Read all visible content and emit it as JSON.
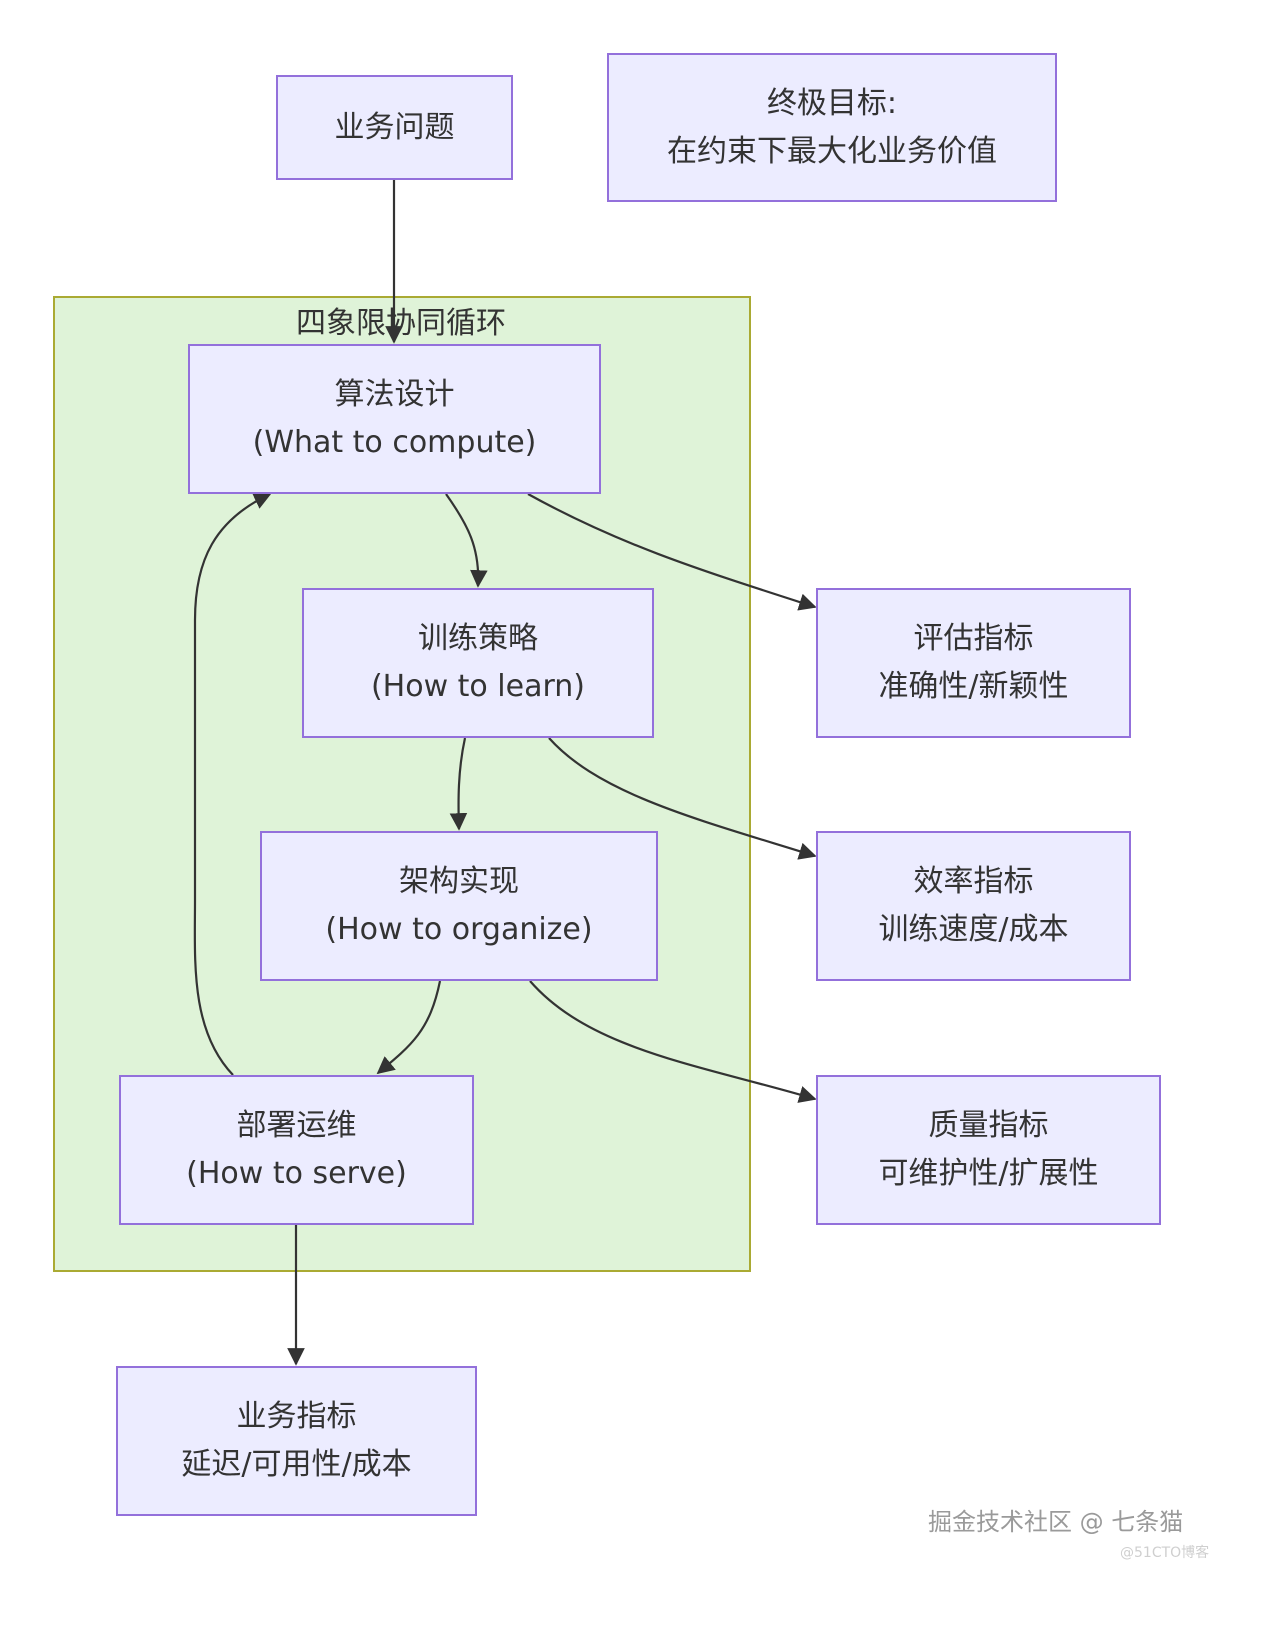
{
  "subgraph": {
    "title": "四象限协同循环"
  },
  "nodes": {
    "business_problem": {
      "line1": "业务问题"
    },
    "ultimate_goal": {
      "line1": "终极目标:",
      "line2": "在约束下最大化业务价值"
    },
    "algo_design": {
      "line1": "算法设计",
      "line2": "(What to compute)"
    },
    "train_strategy": {
      "line1": "训练策略",
      "line2": "(How to learn)"
    },
    "arch_impl": {
      "line1": "架构实现",
      "line2": "(How to organize)"
    },
    "deploy_ops": {
      "line1": "部署运维",
      "line2": "(How to serve)"
    },
    "eval_metric": {
      "line1": "评估指标",
      "line2": "准确性/新颖性"
    },
    "efficiency_metric": {
      "line1": "效率指标",
      "line2": "训练速度/成本"
    },
    "quality_metric": {
      "line1": "质量指标",
      "line2": "可维护性/扩展性"
    },
    "business_metric": {
      "line1": "业务指标",
      "line2": "延迟/可用性/成本"
    }
  },
  "edges": [
    {
      "from": "business_problem",
      "to": "algo_design"
    },
    {
      "from": "algo_design",
      "to": "train_strategy"
    },
    {
      "from": "algo_design",
      "to": "eval_metric"
    },
    {
      "from": "train_strategy",
      "to": "arch_impl"
    },
    {
      "from": "train_strategy",
      "to": "efficiency_metric"
    },
    {
      "from": "arch_impl",
      "to": "deploy_ops"
    },
    {
      "from": "arch_impl",
      "to": "quality_metric"
    },
    {
      "from": "deploy_ops",
      "to": "algo_design"
    },
    {
      "from": "deploy_ops",
      "to": "business_metric"
    }
  ],
  "watermark": {
    "main": "掘金技术社区 @ 七条猫",
    "sub": "@51CTO博客"
  },
  "colors": {
    "node_fill": "#ececff",
    "node_border": "#9370db",
    "subgraph_fill": "#dff3d8",
    "subgraph_border": "#aaaa33",
    "edge": "#333333"
  }
}
